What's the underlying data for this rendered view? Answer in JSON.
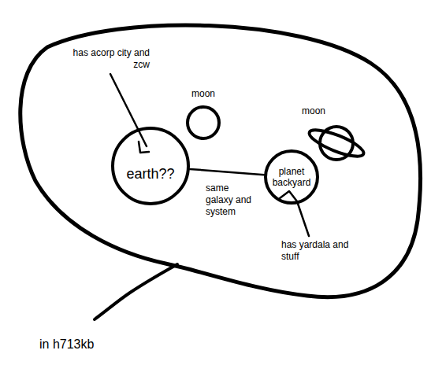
{
  "diagram": {
    "caption": "in h713kb",
    "nodes": [
      {
        "text": [
          "moon"
        ]
      },
      {
        "text": [
          "moon"
        ]
      },
      {
        "text": [
          "earth??"
        ]
      },
      {
        "text": [
          "planet backyard"
        ]
      }
    ],
    "edges": [
      {
        "from": 2,
        "to": 3,
        "label": "same galaxy and system",
        "arrow": "none"
      }
    ],
    "labels": [
      "has acorp city and zcw",
      "has yardala and stuff"
    ]
  }
}
